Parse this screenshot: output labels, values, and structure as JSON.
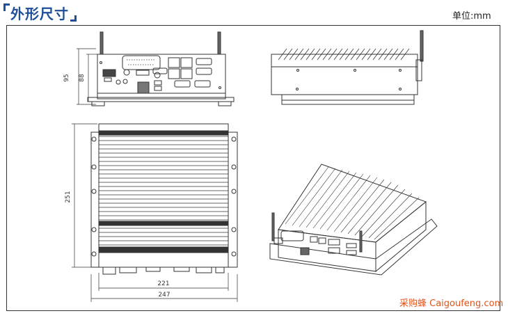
{
  "header": {
    "title": "外形尺寸",
    "unit": "单位:mm"
  },
  "dimensions": {
    "front_height_outer": "95",
    "front_height_inner": "88",
    "top_depth": "251",
    "top_width_inner": "221",
    "top_width_outer": "247"
  },
  "watermark": "采购蜂 Caigoufeng.com",
  "colors": {
    "title": "#1f4e9a",
    "line": "#333333",
    "watermark": "#e2541c"
  }
}
